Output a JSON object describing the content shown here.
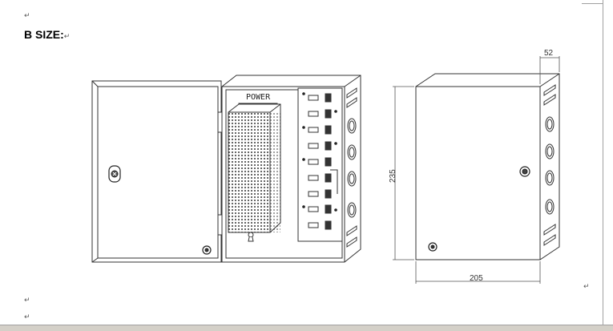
{
  "document": {
    "heading": "B SIZE:",
    "paragraph_mark": "↵"
  },
  "drawing": {
    "power_label": "POWER",
    "dim_depth": "52",
    "dim_height": "235",
    "dim_width": "205"
  }
}
